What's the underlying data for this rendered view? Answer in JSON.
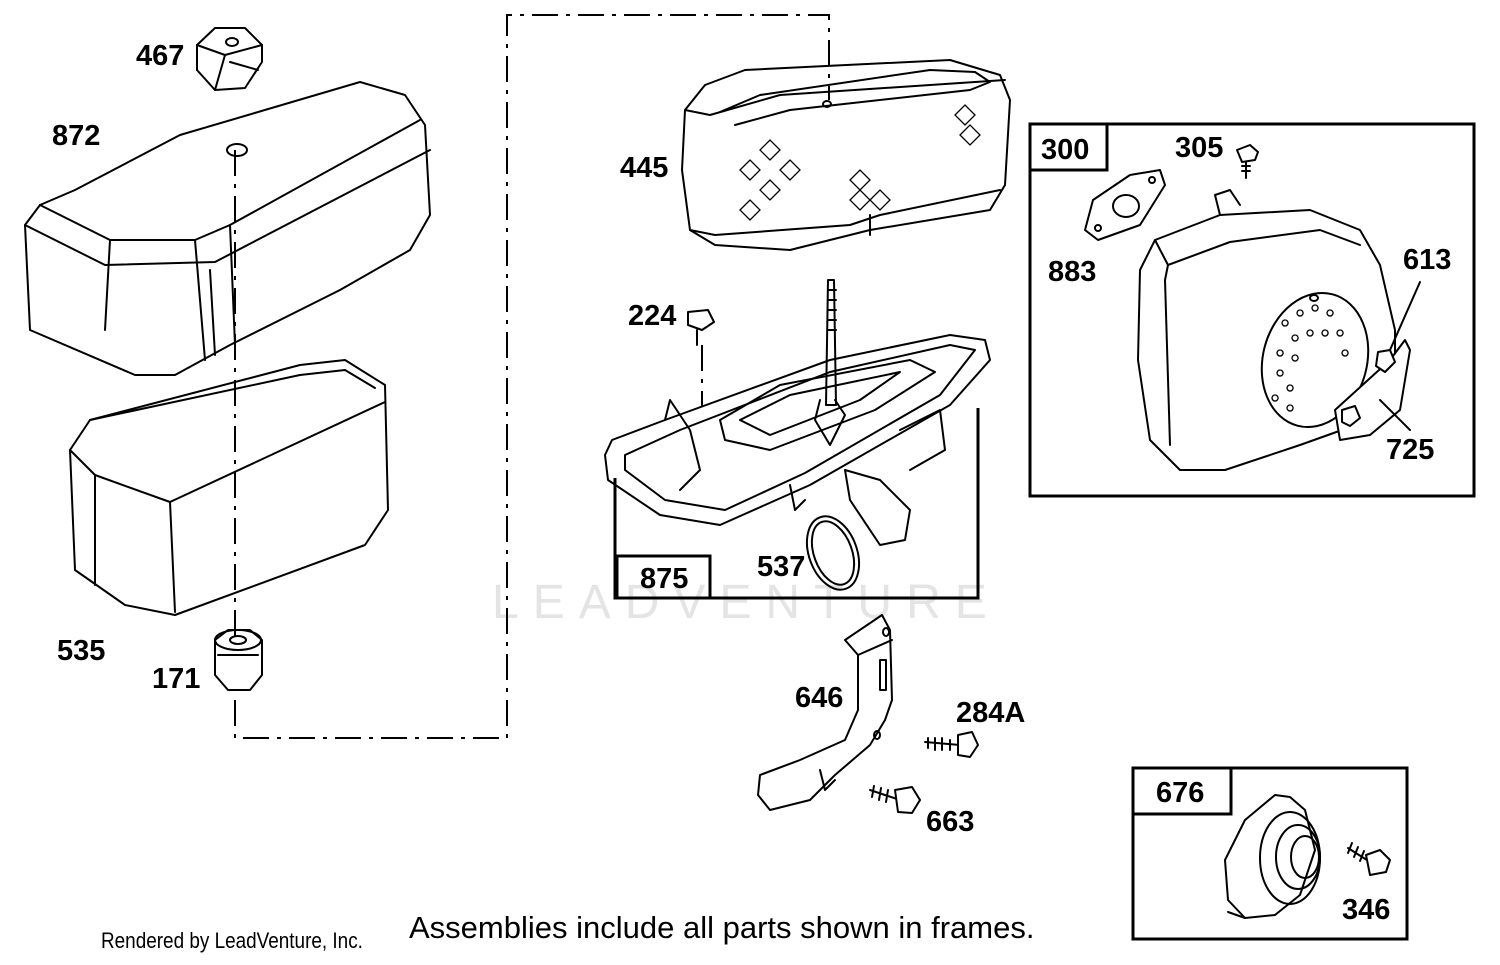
{
  "watermark": "LEADVENTURE",
  "note": "Assemblies include all parts shown in frames.",
  "credit": "Rendered by LeadVenture, Inc.",
  "parts": {
    "p467": "467",
    "p872": "872",
    "p535": "535",
    "p171": "171",
    "p445": "445",
    "p224": "224",
    "p537": "537",
    "p646": "646",
    "p284A": "284A",
    "p663": "663",
    "p305": "305",
    "p883": "883",
    "p613": "613",
    "p725": "725",
    "p346": "346"
  },
  "frames": {
    "f875": "875",
    "f300": "300",
    "f676": "676"
  }
}
